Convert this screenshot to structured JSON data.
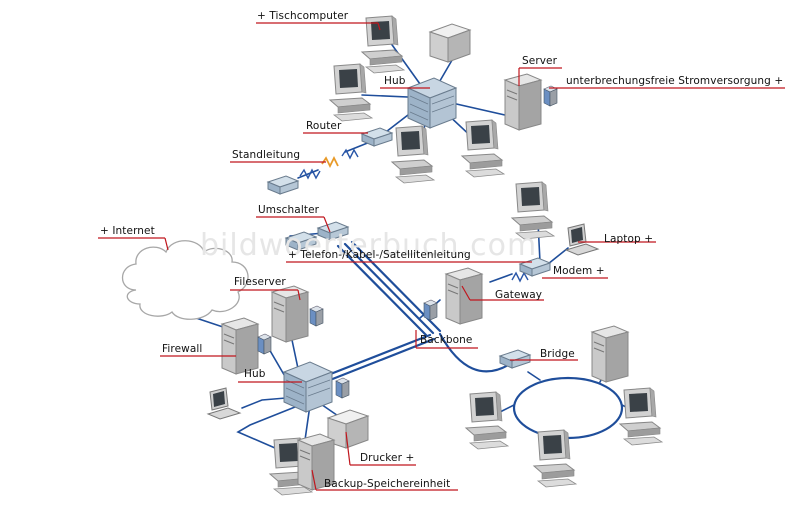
{
  "watermark": "bildwoerterbuch.com",
  "labels": {
    "tischcomputer": "+ Tischcomputer",
    "hub_top": "Hub",
    "server": "Server",
    "usv": "unterbrechungsfreie Stromversorgung +",
    "router": "Router",
    "standleitung": "Standleitung",
    "umschalter": "Umschalter",
    "internet": "+ Internet",
    "telefon": "+ Telefon-/Kabel-/Satellitenleitung",
    "laptop": "Laptop +",
    "modem": "Modem +",
    "fileserver": "Fileserver",
    "gateway": "Gateway",
    "backbone": "Backbone",
    "firewall": "Firewall",
    "bridge": "Bridge",
    "hub_bottom": "Hub",
    "drucker": "Drucker +",
    "backup": "Backup-Speichereinheit"
  },
  "colors": {
    "network_line": "#1f4e9b",
    "label_line": "#c0161d",
    "device_body": "#d4d4d4",
    "device_dark": "#8a8a8a",
    "hub_blue": "#a9bfd4",
    "screen": "#33393f",
    "cloud_outline": "#a7a7a7"
  }
}
